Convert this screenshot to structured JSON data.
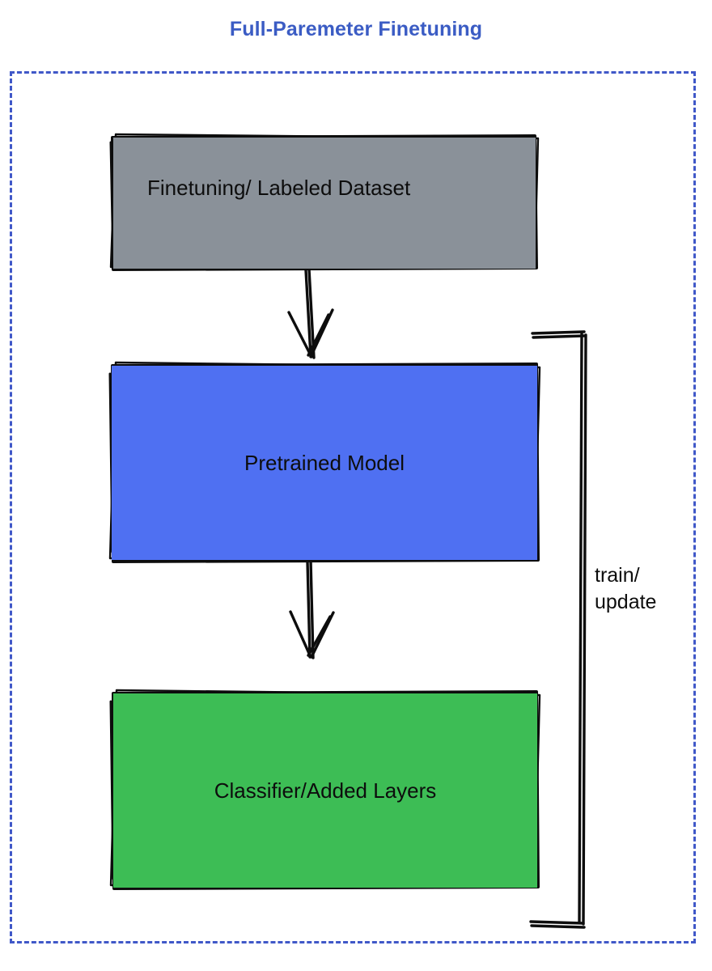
{
  "title": "Full-Paremeter Finetuning",
  "colors": {
    "title": "#3b5cc4",
    "frame_border": "#4058c8",
    "dataset_fill": "#8a9199",
    "pretrained_fill": "#4f70f2",
    "classifier_fill": "#3dbd55",
    "stroke": "#0d0d0d",
    "background": "#ffffff"
  },
  "frame": {
    "style": "dashed",
    "name": "full-parameter-finetuning-scope"
  },
  "nodes": [
    {
      "id": "dataset",
      "label": "Finetuning/ Labeled Dataset",
      "fill": "#8a9199"
    },
    {
      "id": "pretrained",
      "label": "Pretrained Model",
      "fill": "#4f70f2"
    },
    {
      "id": "classifier",
      "label": "Classifier/Added Layers",
      "fill": "#3dbd55"
    }
  ],
  "edges": [
    {
      "id": "dataset-to-pretrained",
      "from": "dataset",
      "to": "pretrained",
      "label": "",
      "style": "sketch-arrow-down"
    },
    {
      "id": "pretrained-to-classifier",
      "from": "pretrained",
      "to": "classifier",
      "label": "",
      "style": "sketch-arrow-down"
    },
    {
      "id": "feedback-loop",
      "from": "classifier",
      "to": "pretrained",
      "label": "train/\nupdate",
      "style": "sketch-bracket"
    }
  ],
  "loop_label": "train/\nupdate",
  "chart_data": {
    "type": "diagram",
    "title": "Full-Paremeter Finetuning",
    "nodes": [
      "Finetuning/ Labeled Dataset",
      "Pretrained Model",
      "Classifier/Added Layers"
    ],
    "edge_labels": [
      "",
      "",
      "train/ update"
    ]
  }
}
